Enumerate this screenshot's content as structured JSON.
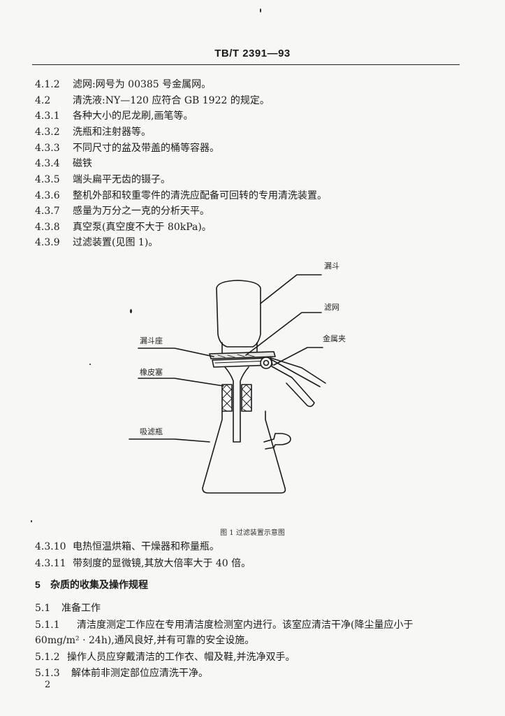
{
  "header": {
    "standard_number": "TB/T 2391—93"
  },
  "items": [
    {
      "num": "4.1.2",
      "text": "滤网:网号为 00385 号金属网。"
    },
    {
      "num": "4.2",
      "text": "清洗液:NY—120 应符合 GB 1922 的规定。"
    },
    {
      "num": "4.3.1",
      "text": "各种大小的尼龙刷,画笔等。"
    },
    {
      "num": "4.3.2",
      "text": "洗瓶和注射器等。"
    },
    {
      "num": "4.3.3",
      "text": "不同尺寸的盆及带盖的桶等容器。"
    },
    {
      "num": "4.3.4",
      "text": "磁铁"
    },
    {
      "num": "4.3.5",
      "text": "端头扁平无齿的镊子。"
    },
    {
      "num": "4.3.6",
      "text": "整机外部和较重零件的清洗应配备可回转的专用清洗装置。"
    },
    {
      "num": "4.3.7",
      "text": "感量为万分之一克的分析天平。"
    },
    {
      "num": "4.3.8",
      "text": "真空泵(真空度不大于 80kPa)。"
    },
    {
      "num": "4.3.9",
      "text": "过滤装置(见图 1)。"
    }
  ],
  "figure": {
    "labels": {
      "funnel": "漏斗",
      "filter_mesh": "滤网",
      "metal_clip": "金属夹",
      "funnel_base": "漏斗座",
      "rubber_stopper": "橡皮塞",
      "suction_flask": "吸滤瓶"
    },
    "caption": "图 1   过滤装置示意图"
  },
  "items_after": [
    {
      "num": "4.3.10",
      "text": "电热恒温烘箱、干燥器和称量瓶。"
    },
    {
      "num": "4.3.11",
      "text": "带刻度的显微镜,其放大倍率大于 40 倍。"
    }
  ],
  "section5": {
    "num": "5",
    "title": "杂质的收集及操作规程"
  },
  "items5": [
    {
      "num": "5.1",
      "text": "准备工作"
    },
    {
      "num": "5.1.1",
      "text": "清洁度测定工作应在专用清洁度检测室内进行。该室应清洁干净(降尘量应小于"
    },
    {
      "num": "",
      "text": "60mg/m² · 24h),通风良好,并有可靠的安全设施。"
    },
    {
      "num": "5.1.2",
      "text": "操作人员应穿戴清洁的工作衣、帽及鞋,并洗净双手。"
    },
    {
      "num": "5.1.3",
      "text": "解体前非测定部位应清洗干净。"
    }
  ],
  "page_number": "2"
}
